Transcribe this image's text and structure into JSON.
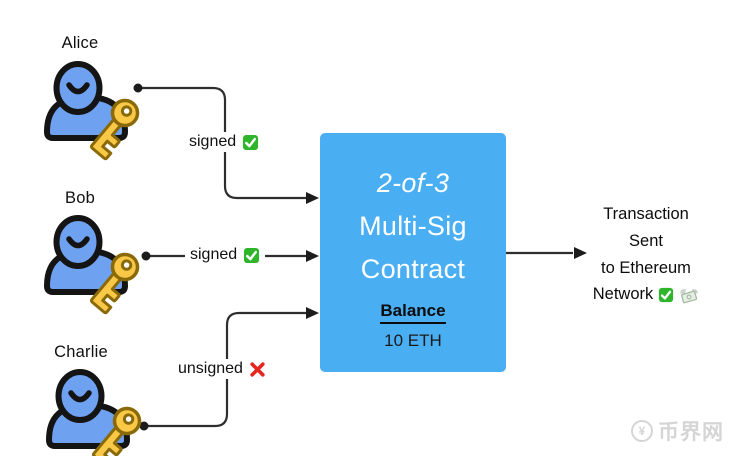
{
  "actors": [
    {
      "name": "Alice",
      "status_label": "signed",
      "status": "signed"
    },
    {
      "name": "Bob",
      "status_label": "signed",
      "status": "signed"
    },
    {
      "name": "Charlie",
      "status_label": "unsigned",
      "status": "unsigned"
    }
  ],
  "contract": {
    "title_line_1": "2-of-3",
    "title_line_2": "Multi-Sig",
    "title_line_3": "Contract",
    "balance_label": "Balance",
    "balance_value": "10 ETH"
  },
  "result": {
    "line_1": "Transaction",
    "line_2": "Sent",
    "line_3": "to Ethereum",
    "line_4": "Network"
  },
  "watermark": {
    "coin_symbol": "¥",
    "brand_text": "币界网"
  },
  "icons": {
    "person": "person-icon",
    "key": "key-icon",
    "signed": "check-icon",
    "unsigned": "cross-icon",
    "sent_ok": "check-icon",
    "money": "money-with-wings-icon",
    "watermark_coin": "coin-icon"
  },
  "colors": {
    "contract_box_bg": "#4aaef3",
    "contract_title_text": "#ffffff",
    "balance_text": "#0c0c0c",
    "person_fill": "#6fa1f1",
    "person_outline": "#141414",
    "key_fill": "#f9c847",
    "key_outline": "#8a6a08",
    "check_green": "#2eb52c",
    "cross_red": "#e5261f",
    "connector_line": "#2e2e2e",
    "watermark_gray": "#d5d5d5"
  }
}
